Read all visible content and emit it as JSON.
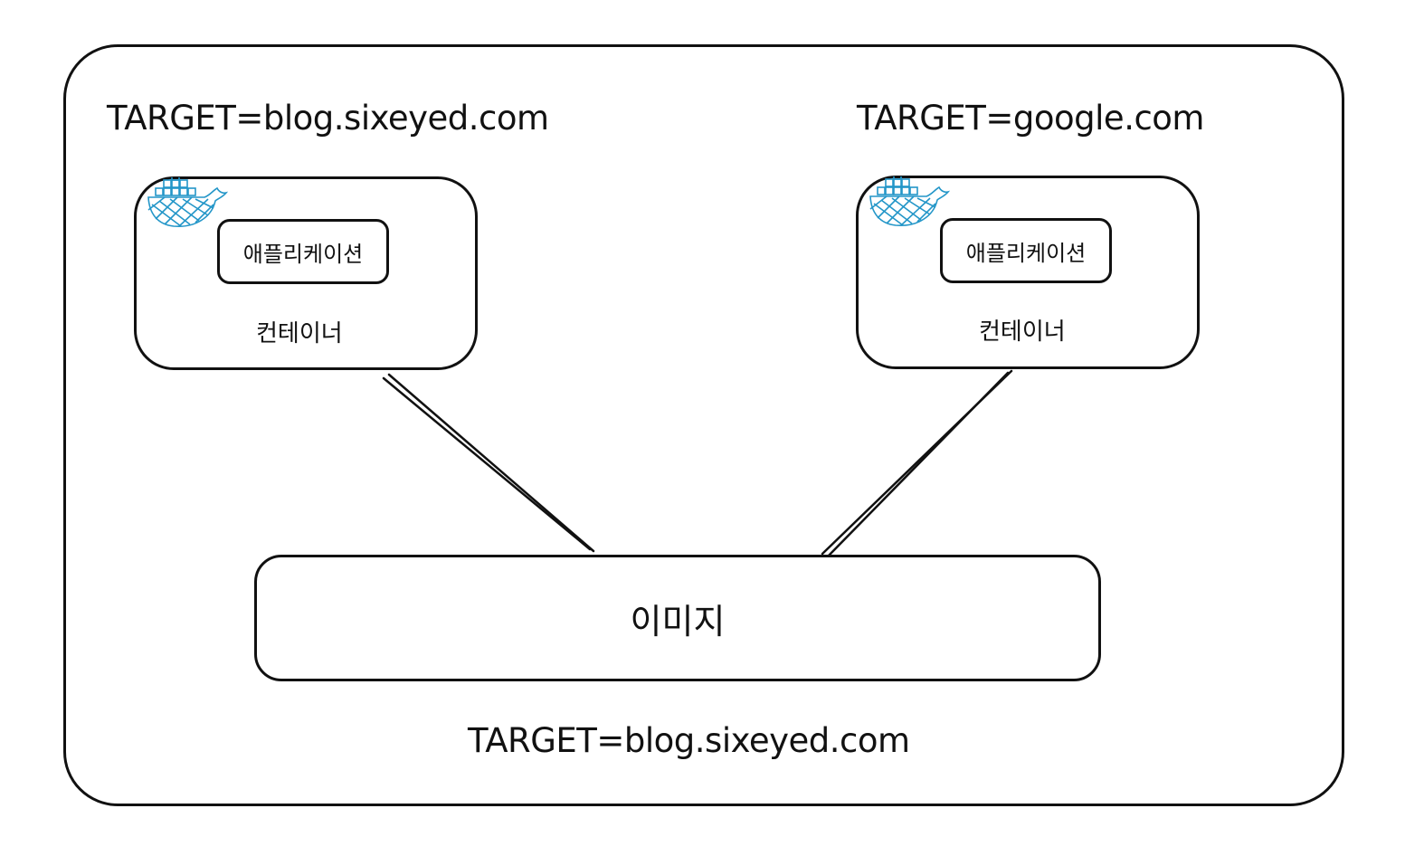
{
  "diagram": {
    "containers": [
      {
        "env_label": "TARGET=blog.sixeyed.com",
        "app_label": "애플리케이션",
        "container_label": "컨테이너",
        "icon": "docker-whale-icon"
      },
      {
        "env_label": "TARGET=google.com",
        "app_label": "애플리케이션",
        "container_label": "컨테이너",
        "icon": "docker-whale-icon"
      }
    ],
    "image": {
      "label": "이미지",
      "env_label": "TARGET=blog.sixeyed.com"
    },
    "colors": {
      "stroke": "#111111",
      "docker_blue": "#2396c8"
    }
  }
}
